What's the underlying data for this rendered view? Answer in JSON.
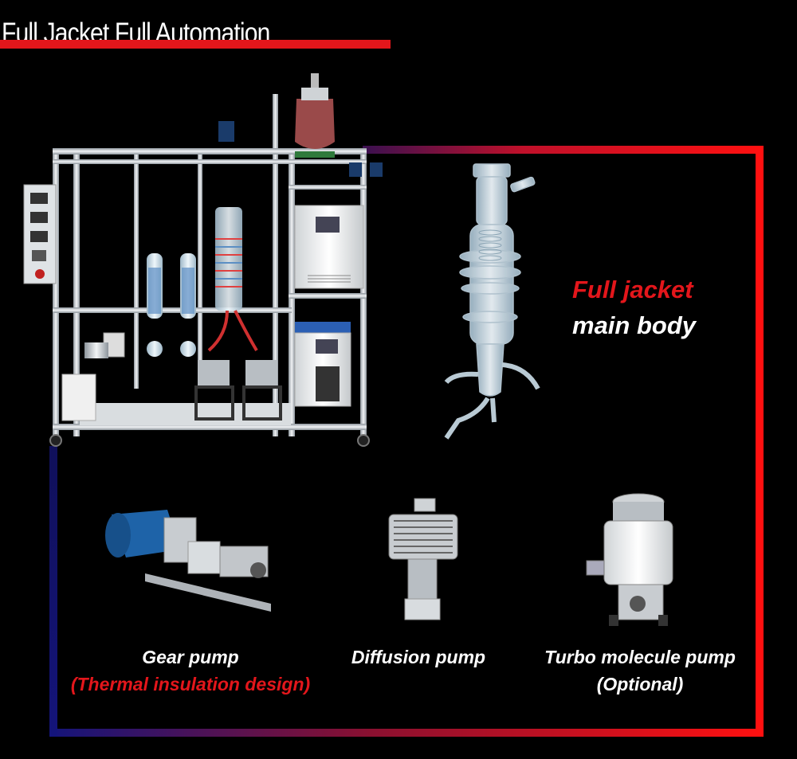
{
  "page": {
    "title": "Full Jacket Full Automation"
  },
  "colors": {
    "background": "#000000",
    "accent_red": "#e3161b",
    "accent_blue": "#1a1a7a"
  },
  "callouts": {
    "main_body_line1": "Full jacket",
    "main_body_line2": "main body"
  },
  "products": [
    {
      "name": "Gear pump",
      "note": "(Thermal insulation design)"
    },
    {
      "name": "Diffusion pump",
      "note": ""
    },
    {
      "name": "Turbo molecule pump",
      "note": "(Optional)"
    }
  ],
  "icons": [
    "distillation-system-image",
    "jacketed-glass-column-image",
    "gear-pump-image",
    "diffusion-pump-image",
    "turbo-molecular-pump-image"
  ]
}
